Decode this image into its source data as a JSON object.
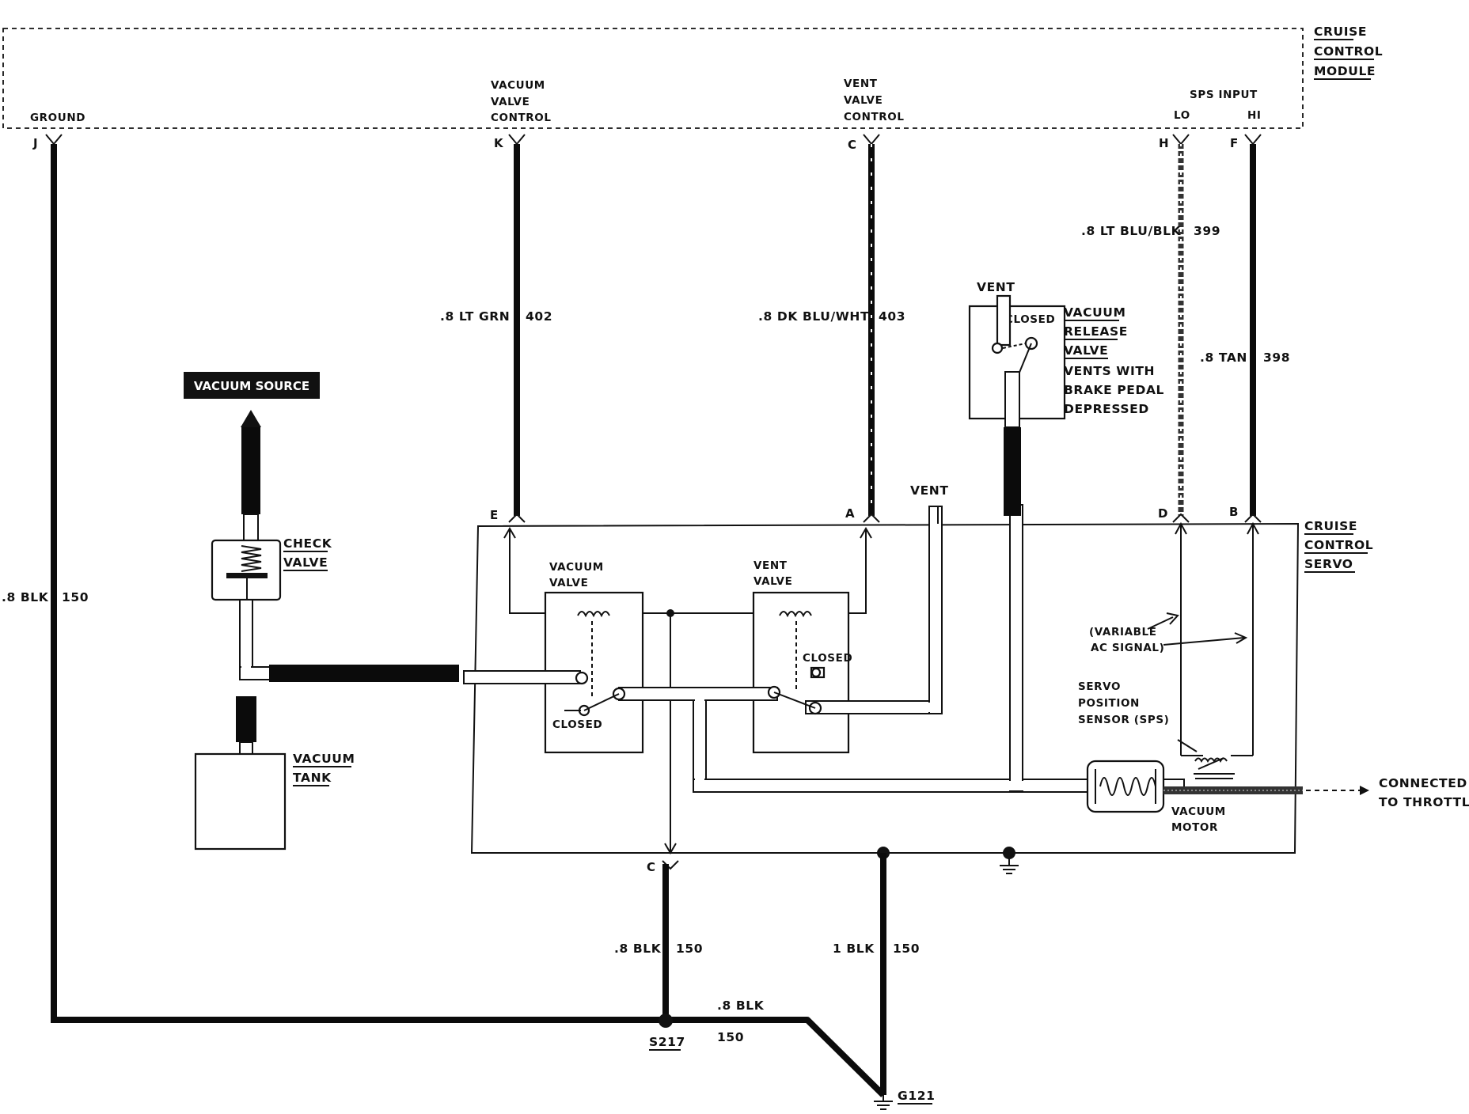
{
  "module": {
    "title": [
      "CRUISE",
      "CONTROL",
      "MODULE"
    ],
    "ground": "GROUND",
    "vacuum_valve_control": [
      "VACUUM",
      "VALVE",
      "CONTROL"
    ],
    "vent_valve_control": [
      "VENT",
      "VALVE",
      "CONTROL"
    ],
    "sps_input": "SPS INPUT",
    "lo": "LO",
    "hi": "HI",
    "pins": {
      "J": "J",
      "K": "K",
      "C": "C",
      "H": "H",
      "F": "F"
    }
  },
  "wires": {
    "ground_main": {
      "color": ".8 BLK",
      "circuit": "150"
    },
    "vacuum_control": {
      "color": ".8 LT GRN",
      "circuit": "402"
    },
    "vent_control": {
      "color": ".8 DK BLU/WHT",
      "circuit": "403"
    },
    "sps_lo": {
      "color": ".8 LT BLU/BLK",
      "circuit": "399"
    },
    "sps_hi": {
      "color": ".8 TAN",
      "circuit": "398"
    },
    "servo_ground_c": {
      "color": ".8 BLK",
      "circuit": "150"
    },
    "servo_ground_1": {
      "color": "1 BLK",
      "circuit": "150"
    },
    "splice_to_ground": {
      "color": ".8 BLK",
      "circuit": "150"
    }
  },
  "servo": {
    "title": [
      "CRUISE",
      "CONTROL",
      "SERVO"
    ],
    "pins": {
      "E": "E",
      "A": "A",
      "D": "D",
      "B": "B",
      "C": "C"
    },
    "vacuum_valve": [
      "VACUUM",
      "VALVE"
    ],
    "vent_valve": [
      "VENT",
      "VALVE"
    ],
    "closed": "CLOSED",
    "vent": "VENT",
    "variable_ac": [
      "(VARIABLE",
      "AC SIGNAL)"
    ],
    "sps": [
      "SERVO",
      "POSITION",
      "SENSOR (SPS)"
    ],
    "vacuum_motor": [
      "VACUUM",
      "MOTOR"
    ],
    "connected": [
      "CONNECTED",
      "TO THROTTLE"
    ]
  },
  "release_valve": {
    "vent": "VENT",
    "closed": "CLOSED",
    "title": [
      "VACUUM",
      "RELEASE",
      "VALVE"
    ],
    "desc": [
      "VENTS WITH",
      "BRAKE PEDAL",
      "DEPRESSED"
    ]
  },
  "vacuum_source": "VACUUM SOURCE",
  "check_valve": [
    "CHECK",
    "VALVE"
  ],
  "vacuum_tank": [
    "VACUUM",
    "TANK"
  ],
  "splice": "S217",
  "ground_point": "G121"
}
